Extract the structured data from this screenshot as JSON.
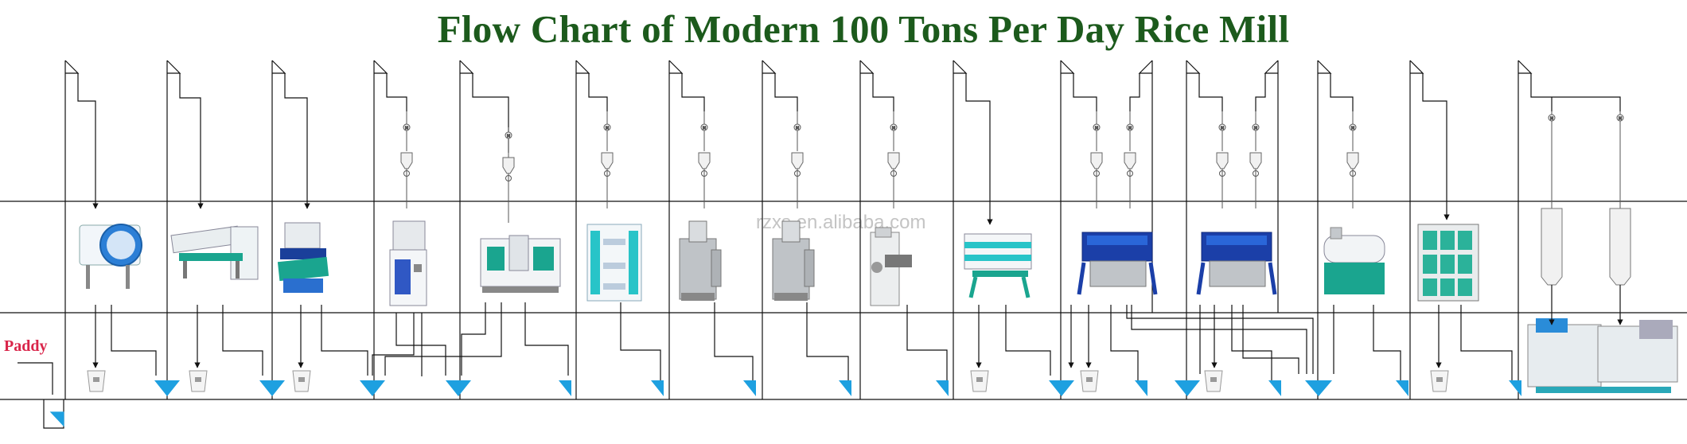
{
  "title": "Flow Chart of Modern 100 Tons Per Day Rice Mill",
  "input_label": "Paddy",
  "watermark": "rzxs.en.alibaba.com",
  "colors": {
    "title": "#1c5a1c",
    "input_label": "#d9254a",
    "conveyor_hopper": "#1ea0e0",
    "line": "#111111"
  },
  "machines": [
    {
      "icon": "drum-cleaner-icon"
    },
    {
      "icon": "vibrating-cleaner-icon"
    },
    {
      "icon": "destoner-icon"
    },
    {
      "icon": "husker-icon"
    },
    {
      "icon": "paddy-separator-icon"
    },
    {
      "icon": "grader-icon"
    },
    {
      "icon": "whitener-icon"
    },
    {
      "icon": "whitener-icon"
    },
    {
      "icon": "polisher-icon"
    },
    {
      "icon": "rice-grader-icon"
    },
    {
      "icon": "color-sorter-icon"
    },
    {
      "icon": "color-sorter-icon"
    },
    {
      "icon": "length-grader-icon"
    },
    {
      "icon": "plansifter-icon"
    },
    {
      "icon": "packing-machine-icon"
    }
  ]
}
